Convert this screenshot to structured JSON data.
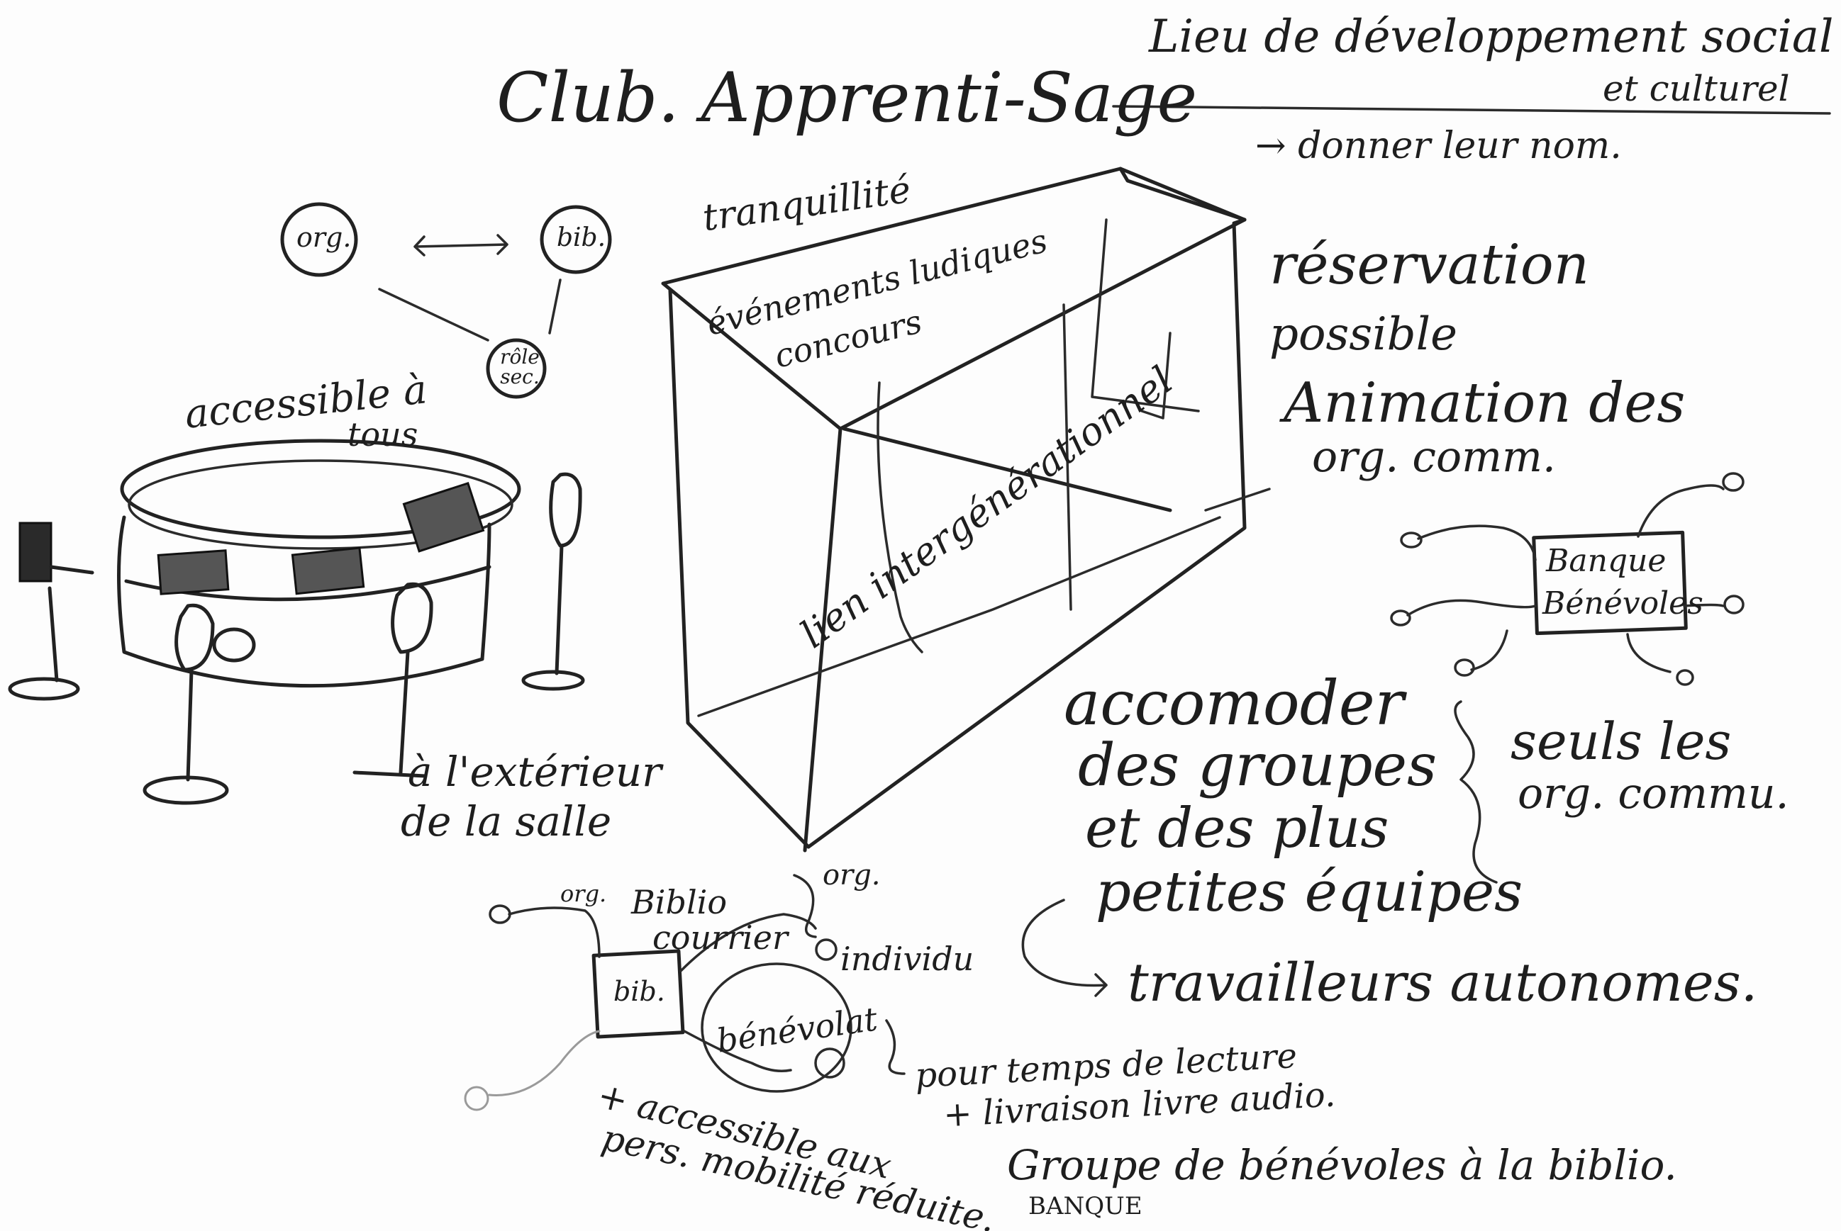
{
  "title": "Club. Apprenti-Sage",
  "subtitle": {
    "line1": "Lieu de développement social",
    "line2": "et culturel",
    "note": "→ donner leur nom."
  },
  "cluster": {
    "org": "org.",
    "bib": "bib.",
    "role": "rôle sec."
  },
  "left_drawing": {
    "caption_top_1": "accessible à",
    "caption_top_2": "tous",
    "caption_bottom_1": "à l'extérieur",
    "caption_bottom_2": "de la salle"
  },
  "box_drawing": {
    "top_label": "tranquillité",
    "lid_line1": "événements ludiques",
    "lid_line2": "concours",
    "side_label": "lien intergénérationnel"
  },
  "right_notes": {
    "reservation_1": "réservation",
    "reservation_2": "possible",
    "animation_1": "Animation des",
    "animation_2": "org. comm.",
    "banque_1": "Banque",
    "banque_2": "Bénévoles",
    "seuls_1": "seuls les",
    "seuls_2": "org. commu."
  },
  "middle_notes": {
    "accom_1": "accomoder",
    "accom_2": "des groupes",
    "accom_3": "et des plus",
    "accom_4": "petites équipes",
    "travailleurs": "travailleurs autonomes."
  },
  "bottom_cluster": {
    "org_small": "org.",
    "biblio_1": "Biblio",
    "biblio_2": "courrier",
    "org_right": "org.",
    "individu": "individu",
    "bib_box": "bib.",
    "benevolat": "bénévolat",
    "pour_1": "pour temps de lecture",
    "pour_2": "+ livraison livre audio.",
    "access_1": "+ accessible aux",
    "access_2": "pers. mobilité réduite.",
    "groupe": "Groupe de bénévoles à la biblio.",
    "banque_small": "BANQUE"
  }
}
